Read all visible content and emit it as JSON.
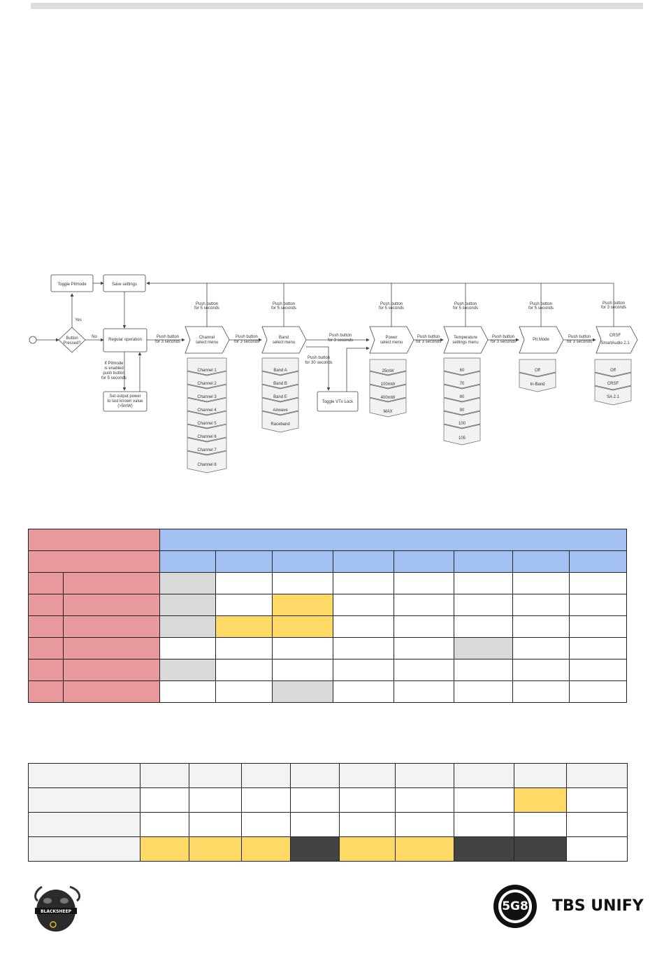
{
  "flowchart": {
    "toggle_pitmode": "Toggle Pitmode",
    "save_settings": "Save settings",
    "button_pressed_1": "Button",
    "button_pressed_2": "Pressed?",
    "yes": "Yes",
    "no": "No",
    "regular_operation": "Regular operation",
    "pitmode_note": [
      "If Pitmode",
      "is enabled",
      "push button",
      "for 5 seconds"
    ],
    "set_output_power": [
      "Set output power",
      "to last known value",
      "(>5mW)"
    ],
    "push5": [
      "Push button",
      "for 5 seconds"
    ],
    "push3": [
      "Push button",
      "for 3 seconds"
    ],
    "push30": [
      "Push button",
      "for 30 seconds"
    ],
    "toggle_vtx_lock": "Toggle VTx Lock",
    "menus": [
      {
        "title": [
          "Channel",
          "select menu"
        ],
        "items": [
          "Channel 1",
          "Channel 2",
          "Channel 3",
          "Channel 4",
          "Channel 5",
          "Channel 6",
          "Channel 7",
          "Channel 8"
        ]
      },
      {
        "title": [
          "Band",
          "select menu"
        ],
        "items": [
          "Band A",
          "Band B",
          "Band E",
          "Airwave",
          "Raceband"
        ]
      },
      {
        "title": [
          "Power",
          "select menu"
        ],
        "items": [
          "25mW",
          "100mW",
          "400mW",
          "MAX"
        ]
      },
      {
        "title": [
          "Temperature",
          "settings menu"
        ],
        "items": [
          "60",
          "70",
          "80",
          "90",
          "100",
          "105"
        ]
      },
      {
        "title": [
          "Pit Mode"
        ],
        "items": [
          "Off",
          "In-Band"
        ]
      },
      {
        "title": [
          "CRSF",
          "SmartAudio 2.1"
        ],
        "items": [
          "Off",
          "CRSF",
          "SA 2.1"
        ]
      }
    ]
  },
  "table1": {
    "rows": [
      [
        "rh2",
        "bh8"
      ],
      [
        "rh2",
        "bh",
        "bh",
        "bh",
        "bh",
        "bh",
        "bh",
        "bh",
        "bh"
      ],
      [
        "rh",
        "rh",
        "gy",
        "wt",
        "wt",
        "wt",
        "wt",
        "wt",
        "wt",
        "wt"
      ],
      [
        "rh",
        "rh",
        "gy",
        "wt",
        "yl",
        "wt",
        "wt",
        "wt",
        "wt",
        "wt"
      ],
      [
        "rh",
        "rh",
        "gy",
        "yl",
        "yl",
        "wt",
        "wt",
        "wt",
        "wt",
        "wt"
      ],
      [
        "rh",
        "rh",
        "wt",
        "wt",
        "wt",
        "wt",
        "wt",
        "gy",
        "wt",
        "wt"
      ],
      [
        "rh",
        "rh",
        "gy",
        "wt",
        "wt",
        "wt",
        "wt",
        "wt",
        "wt",
        "wt"
      ],
      [
        "rh",
        "rh",
        "wt",
        "wt",
        "gy",
        "wt",
        "wt",
        "wt",
        "wt",
        "wt"
      ]
    ]
  },
  "table2": {
    "rows": [
      [
        "lg",
        "lg",
        "lg",
        "lg",
        "lg",
        "lg",
        "lg",
        "lg",
        "lg",
        "lg"
      ],
      [
        "lg",
        "wt",
        "wt",
        "wt",
        "wt",
        "wt",
        "wt",
        "wt",
        "yl",
        "wt"
      ],
      [
        "lg",
        "wt",
        "wt",
        "wt",
        "wt",
        "wt",
        "wt",
        "wt",
        "wt",
        "wt"
      ],
      [
        "lg",
        "yl",
        "yl",
        "yl",
        "dk",
        "yl",
        "yl",
        "dk",
        "dk",
        "wt"
      ]
    ]
  },
  "brand": {
    "bee_logo_text": "BLACKSHEEP",
    "logo_badge": "5G8",
    "logo_text": "TBS UNIFY"
  }
}
